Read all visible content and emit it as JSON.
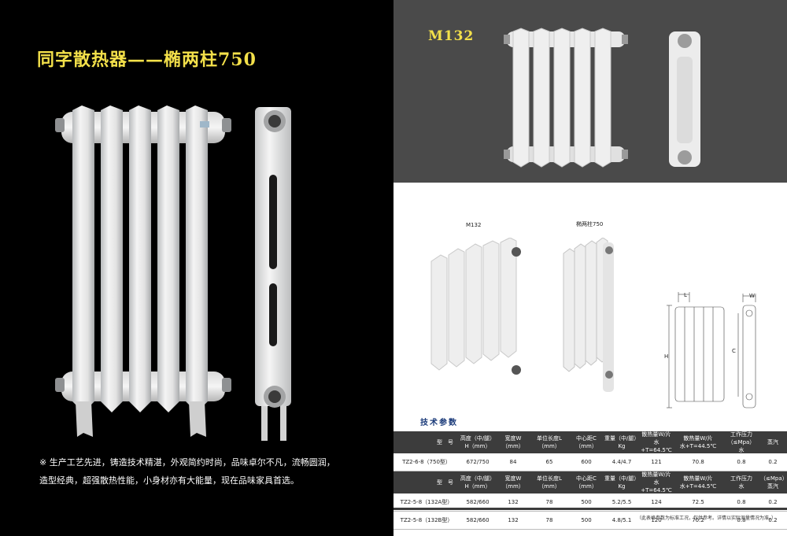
{
  "left": {
    "title": "同字散热器——椭两柱750",
    "description": [
      "※   生产工艺先进，铸造技术精湛，外观简约时尚，品味卓尔不凡，流畅圆润，",
      "造型经典，超强散热性能，小身材亦有大能量，现在品味家具首选。"
    ]
  },
  "right": {
    "title": "M132",
    "product_labels": {
      "m132": "M132",
      "oval": "椭两柱750"
    },
    "diagram_labels": {
      "L": "L",
      "W": "W",
      "H": "H",
      "C": "C"
    },
    "spec_title": "技术参数",
    "table1": {
      "headers": [
        [
          "型　号",
          ""
        ],
        [
          "高度（中/腿）",
          "H（mm）"
        ],
        [
          "宽度W",
          "（mm）"
        ],
        [
          "单位长度L",
          "（mm）"
        ],
        [
          "中心距C",
          "（mm）"
        ],
        [
          "重量（中/腿）",
          "Kg"
        ],
        [
          "散热量W/片",
          "水+T=64.5℃"
        ],
        [
          "散热量W/片",
          "水+T=44.5℃"
        ],
        [
          "工作压力（≤Mpa）",
          "水"
        ],
        [
          "",
          "蒸汽"
        ]
      ],
      "rows": [
        [
          "TZ2-6-8（750型）",
          "672/750",
          "84",
          "65",
          "600",
          "4.4/4.7",
          "121",
          "70.8",
          "0.8",
          "0.2"
        ]
      ]
    },
    "table2": {
      "headers": [
        [
          "型　号",
          ""
        ],
        [
          "高度（中/腿）",
          "H（mm）"
        ],
        [
          "宽度W",
          "（mm）"
        ],
        [
          "单位长度L",
          "（mm）"
        ],
        [
          "中心距C",
          "（mm）"
        ],
        [
          "重量（中/腿）",
          "Kg"
        ],
        [
          "散热量W/片",
          "水+T=64.5℃"
        ],
        [
          "散热量W/片",
          "水+T=44.5℃"
        ],
        [
          "工作压力",
          "水"
        ],
        [
          "（≤Mpa）",
          "蒸汽"
        ]
      ],
      "rows": [
        [
          "TZ2-5-8（132A型）",
          "582/660",
          "132",
          "78",
          "500",
          "5.2/5.5",
          "124",
          "72.5",
          "0.8",
          "0.2"
        ],
        [
          "TZ2-5-8（132B型）",
          "582/660",
          "132",
          "78",
          "500",
          "4.8/5.1",
          "120",
          "70.2",
          "0.8",
          "0.2"
        ]
      ]
    },
    "footnote": "（此表格参数为标准工况，仅供参考。详情以实际测量情况为准。）"
  },
  "colors": {
    "title_yellow": "#f3e04a",
    "spec_blue": "#1b3b7a",
    "header_gray": "#3c3c3c"
  }
}
